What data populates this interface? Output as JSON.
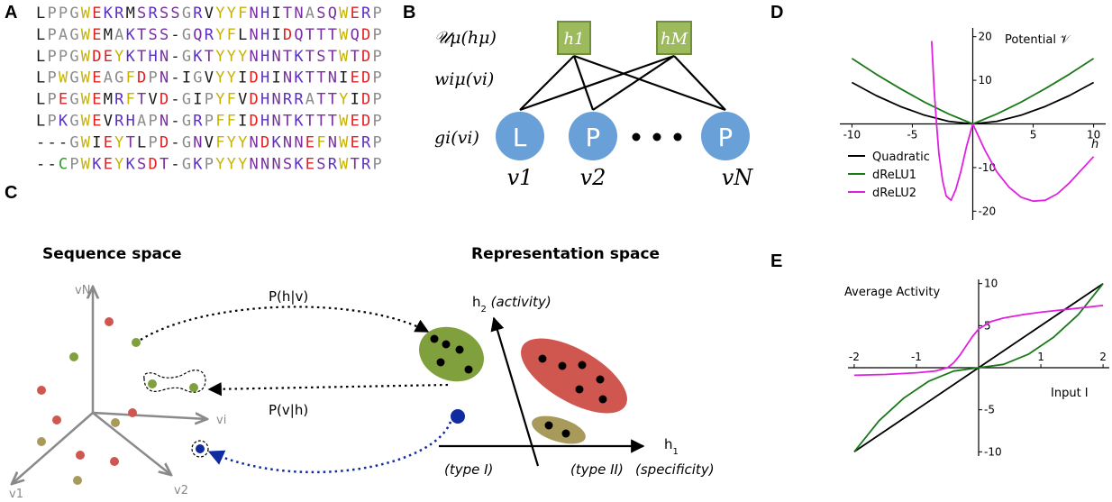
{
  "panels": {
    "a": "A",
    "b": "B",
    "c": "C",
    "d": "D",
    "e": "E"
  },
  "alignment": {
    "rows": [
      "LPPGWEKRMSRSSGRVYYFNHITNASQWERP",
      "LPAGWEMAKTSS-GQRYFLNHIDQTTTWQDP",
      "LPPGWDEYKTHN-GKTYYYNHNTKTSTWTDP",
      "LPWGWEAGFDPN-IGVYYIDHINKTTNIEDP",
      "LPEGWEMRFTVD-GIPYFVDHNRRATTYIDP",
      "LPKGWEVRHAPN-GRPFFIDHNTKTTTWEDP",
      "---GWIEYTLPD-GNVFYYNDKNNEFNWERP",
      "--CPWKEYKSDT-GKPYYYNNNSKESRWTRP"
    ],
    "residue_colors": {
      "L": "#1a1a1a",
      "I": "#1a1a1a",
      "V": "#1a1a1a",
      "M": "#1a1a1a",
      "C": "#2a9d2a",
      "P": "#8c8c8c",
      "G": "#8c8c8c",
      "A": "#8c8c8c",
      "-": "#1a1a1a",
      "W": "#c8b400",
      "Y": "#c8b400",
      "F": "#c8b400",
      "E": "#e02020",
      "D": "#e02020",
      "K": "#5b2fc4",
      "R": "#5b2fc4",
      "H": "#5b2fc4",
      "S": "#7a2fa0",
      "T": "#7a2fa0",
      "N": "#7a2fa0",
      "Q": "#7a2fa0"
    }
  },
  "rbm": {
    "row_labels": [
      "𝒰μ(hμ)",
      "wiμ(vi)",
      "gi(vi)"
    ],
    "hidden_units": [
      "h1",
      "hM"
    ],
    "visible_units": [
      {
        "letter": "L",
        "label": "v1"
      },
      {
        "letter": "P",
        "label": "v2"
      },
      {
        "letter": "P",
        "label": "vN"
      }
    ],
    "colors": {
      "hidden_fill": "#9dba5d",
      "hidden_stroke": "#6e8f3c",
      "visible_fill": "#6aa0d8"
    }
  },
  "spaces": {
    "sequence_title": "Sequence space",
    "representation_title": "Representation space",
    "seq_axes": {
      "vN": "vN",
      "vi": "vi",
      "v1": "v1",
      "v2": "v2"
    },
    "p_h_given_v": "P(h|v)",
    "p_v_given_h": "P(v|h)",
    "rep_axes": {
      "h2": "h2 (activity)",
      "h1": "h1",
      "type1": "(type I)",
      "type2": "(type II)",
      "specificity": "(specificity)"
    },
    "colors": {
      "green": "#7fa03c",
      "red": "#d0574f",
      "olive": "#a89a5a",
      "blue": "#102aa0"
    }
  },
  "chart_data": [
    {
      "type": "line",
      "title": "Potential 𝒱",
      "xlabel": "h",
      "ylabel": "",
      "xlim": [
        -11,
        11
      ],
      "ylim": [
        -22,
        22
      ],
      "xticks": [
        -10,
        -5,
        5,
        10
      ],
      "yticks": [
        -20,
        -10,
        10,
        20
      ],
      "legend": "bottom-left",
      "series": [
        {
          "name": "Quadratic",
          "color": "#000000",
          "x": [
            -10,
            -8,
            -6,
            -4,
            -2,
            0,
            2,
            4,
            6,
            8,
            10
          ],
          "y": [
            9.5,
            6.5,
            4.0,
            2.0,
            0.6,
            0,
            0.6,
            2.0,
            4.0,
            6.5,
            9.5
          ]
        },
        {
          "name": "dReLU1",
          "color": "#1a7a1a",
          "x": [
            -10,
            -8,
            -6,
            -4,
            -2,
            0,
            2,
            4,
            6,
            8,
            10
          ],
          "y": [
            15.0,
            11.4,
            8.1,
            5.0,
            2.3,
            0,
            2.3,
            5.0,
            8.1,
            11.4,
            15.0
          ]
        },
        {
          "name": "dReLU2",
          "color": "#e020e0",
          "x": [
            -3.4,
            -3.2,
            -3.0,
            -2.8,
            -2.5,
            -2.2,
            -1.8,
            -1.4,
            -1.0,
            -0.5,
            0,
            0.5,
            1,
            2,
            3,
            4,
            5,
            6,
            7,
            8,
            9,
            10
          ],
          "y": [
            19,
            8,
            0,
            -7,
            -13,
            -16.5,
            -17.5,
            -15,
            -11,
            -5,
            0,
            -3,
            -6,
            -11,
            -14.5,
            -16.8,
            -17.7,
            -17.5,
            -16,
            -13.5,
            -10.5,
            -7.5
          ]
        }
      ]
    },
    {
      "type": "line",
      "title": "Average Activity",
      "xlabel": "Input I",
      "ylabel": "",
      "xlim": [
        -2.1,
        2.1
      ],
      "ylim": [
        -10.5,
        10.5
      ],
      "xticks": [
        -2,
        -1,
        1,
        2
      ],
      "yticks": [
        -10,
        -5,
        5,
        10
      ],
      "series": [
        {
          "name": "",
          "color": "#000000",
          "x": [
            -2,
            0,
            2
          ],
          "y": [
            -10,
            0,
            10
          ]
        },
        {
          "name": "",
          "color": "#1a7a1a",
          "x": [
            -2,
            -1.6,
            -1.2,
            -0.8,
            -0.4,
            0,
            0.4,
            0.8,
            1.2,
            1.6,
            2
          ],
          "y": [
            -10,
            -6.3,
            -3.6,
            -1.6,
            -0.4,
            0,
            0.4,
            1.6,
            3.6,
            6.3,
            10
          ]
        },
        {
          "name": "",
          "color": "#e020e0",
          "x": [
            -2,
            -1.5,
            -1,
            -0.7,
            -0.5,
            -0.4,
            -0.3,
            -0.2,
            -0.1,
            0,
            0.2,
            0.4,
            0.7,
            1,
            1.5,
            2
          ],
          "y": [
            -0.9,
            -0.8,
            -0.6,
            -0.4,
            0,
            0.6,
            1.5,
            2.6,
            3.7,
            4.6,
            5.5,
            5.9,
            6.3,
            6.6,
            7.0,
            7.4
          ]
        }
      ]
    }
  ]
}
